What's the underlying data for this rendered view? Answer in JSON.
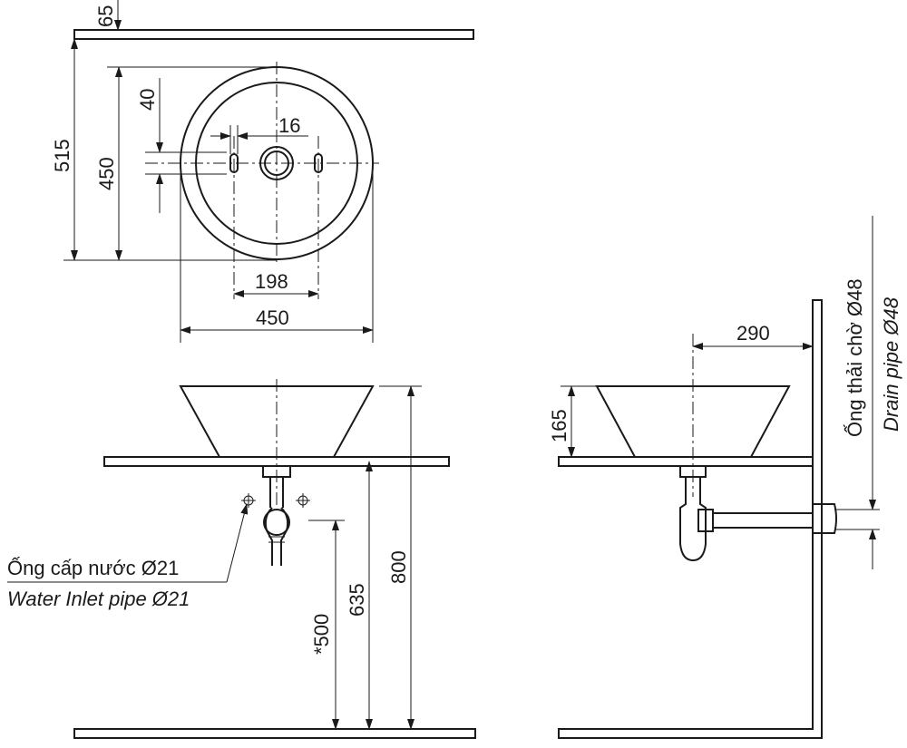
{
  "top_view": {
    "dim_top_offset": "65",
    "dim_overall_depth": "515",
    "dim_bowl_depth": "450",
    "dim_rim": "40",
    "dim_hole": "16",
    "dim_hole_spacing": "198",
    "dim_width": "450"
  },
  "front_view": {
    "dim_total_height": "800",
    "dim_counter_height": "635",
    "dim_inlet_height": "*500",
    "inlet_label_vi": "Ống cấp nước Ø21",
    "inlet_label_en": "Water Inlet pipe Ø21"
  },
  "side_view": {
    "dim_wall_offset": "290",
    "dim_bowl_height": "165",
    "drain_label_vi": "Ống thải chờ Ø48",
    "drain_label_en": "Drain pipe Ø48"
  }
}
